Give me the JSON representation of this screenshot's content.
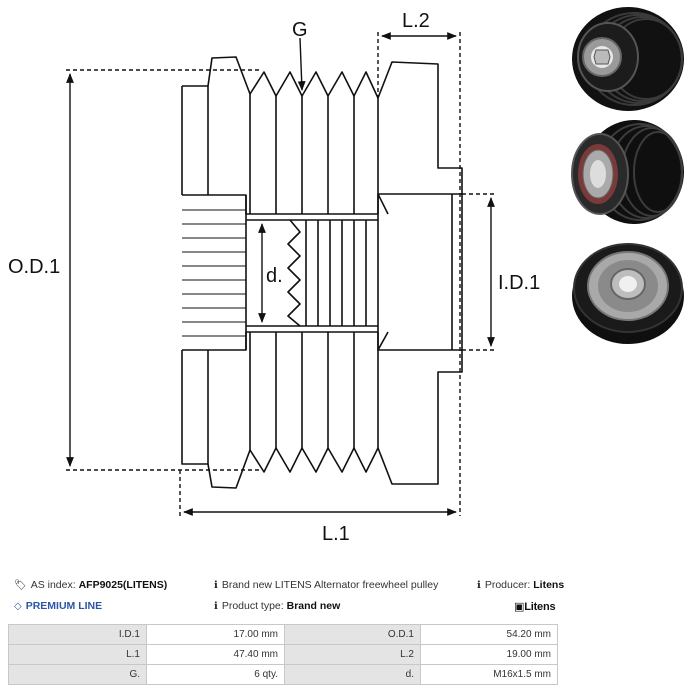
{
  "drawing": {
    "labels": {
      "g": "G",
      "l2": "L.2",
      "od1": "O.D.1",
      "d": "d.",
      "id1": "I.D.1",
      "l1": "L.1"
    }
  },
  "info": {
    "as_index_label": "AS index:",
    "as_index_value": "AFP9025(LITENS)",
    "description": "Brand new LITENS Alternator freewheel pulley",
    "producer_label": "Producer:",
    "producer_value": "Litens",
    "premium": "PREMIUM LINE",
    "product_type_label": "Product type:",
    "product_type_value": "Brand new",
    "brand_logo": "Litens"
  },
  "specs": [
    [
      {
        "label": "I.D.1",
        "value": "17.00 mm"
      },
      {
        "label": "O.D.1",
        "value": "54.20 mm"
      }
    ],
    [
      {
        "label": "L.1",
        "value": "47.40 mm"
      },
      {
        "label": "L.2",
        "value": "19.00 mm"
      }
    ],
    [
      {
        "label": "G.",
        "value": "6 qty."
      },
      {
        "label": "d.",
        "value": "M16x1.5 mm"
      }
    ]
  ],
  "colors": {
    "premium": "#2d55a5",
    "label_bg": "#e4e4e4",
    "border": "#c8c8c8"
  },
  "icons": [
    "tag-icon",
    "info-icon",
    "diamond-icon",
    "litens-logo-icon"
  ]
}
